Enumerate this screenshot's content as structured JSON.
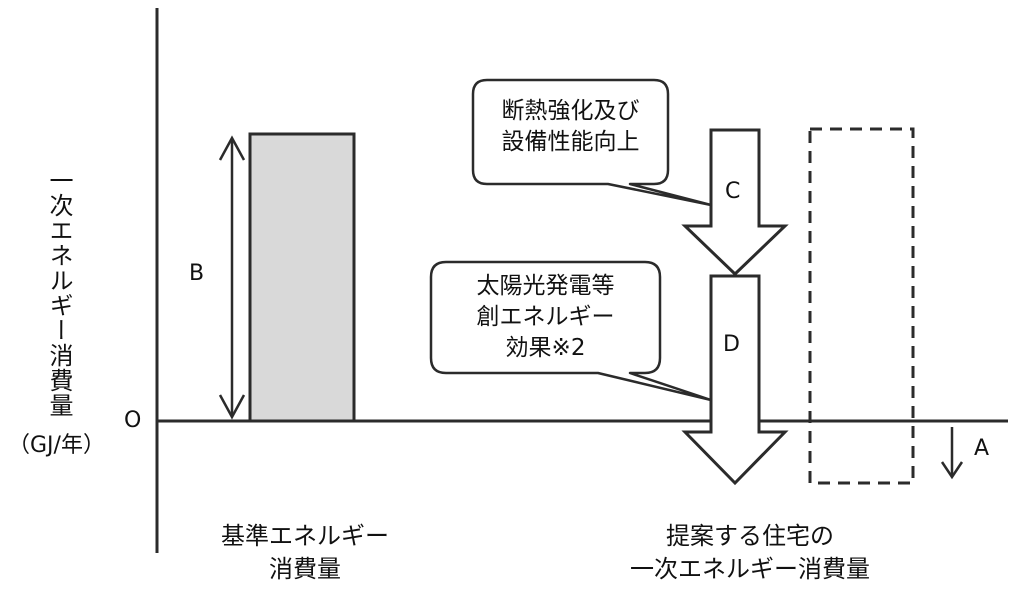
{
  "diagram": {
    "y_axis": {
      "title": "一次エネルギー消費量",
      "unit": "（GJ/年）",
      "zero_label": "O"
    },
    "labels": {
      "B": "B",
      "C": "C",
      "D": "D",
      "A": "A"
    },
    "callouts": {
      "upper": {
        "line1": "断熱強化及び",
        "line2": "設備性能向上"
      },
      "lower": {
        "line1": "太陽光発電等",
        "line2": "創エネルギー",
        "line3": "効果※2"
      }
    },
    "bottom_labels": {
      "left": {
        "line1": "基準エネルギー",
        "line2": "消費量"
      },
      "right": {
        "line1": "提案する住宅の",
        "line2": "一次エネルギー消費量"
      }
    },
    "colors": {
      "line": "#2b2b2b",
      "bar_fill": "#d9d9d9"
    }
  }
}
